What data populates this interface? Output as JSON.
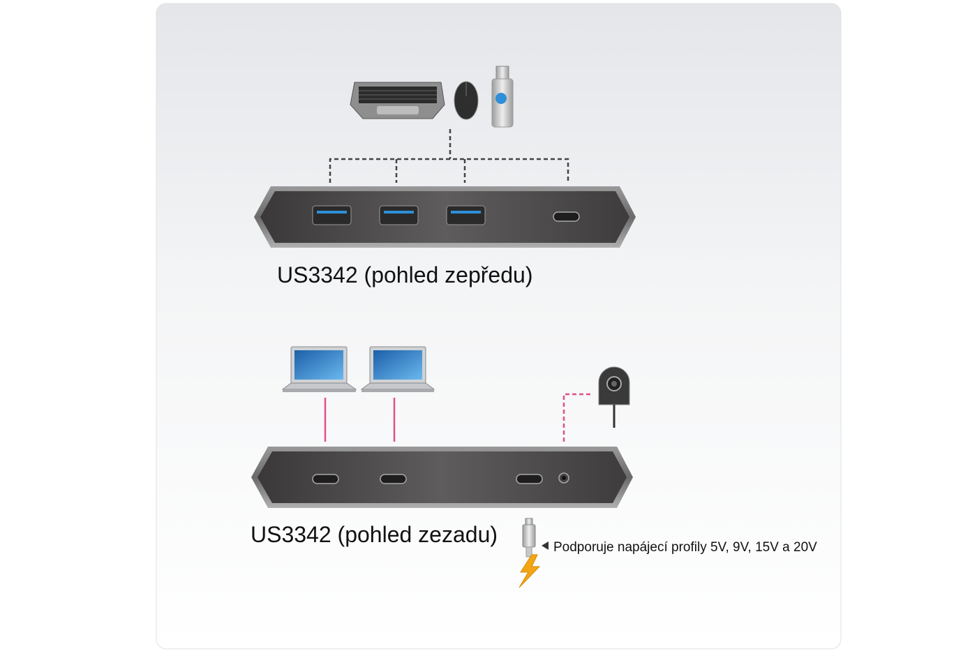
{
  "front": {
    "caption": "US3342 (pohled zepředu)",
    "devices": [
      "keyboard-icon",
      "mouse-icon",
      "usb-flash-drive-icon"
    ],
    "ports": [
      "usb-a",
      "usb-a",
      "usb-a",
      "usb-c"
    ]
  },
  "rear": {
    "caption": "US3342 (pohled zezadu)",
    "devices": [
      "laptop-icon",
      "laptop-icon",
      "webcam-icon"
    ],
    "ports": [
      "usb-c",
      "usb-c",
      "usb-c",
      "audio-jack"
    ],
    "power_note": "Podporuje napájecí profily 5V, 9V, 15V a 20V"
  },
  "colors": {
    "hub_body": "#4a4848",
    "usb_blue": "#2f8fd8",
    "pink_line": "#e0508a",
    "dash_line": "#444444",
    "bolt": "#f2a516"
  }
}
